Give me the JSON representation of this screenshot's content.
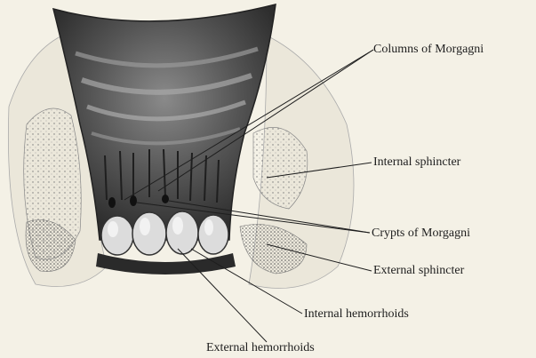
{
  "figure": {
    "labels": {
      "columns_of_morgagni": "Columns of Morgagni",
      "internal_sphincter": "Internal sphincter",
      "crypts_of_morgagni": "Crypts of Morgagni",
      "external_sphincter": "External sphincter",
      "internal_hemorrhoids": "Internal hemorrhoids",
      "external_hemorrhoids": "External hemorrhoids"
    },
    "colors": {
      "background": "#f4f1e6",
      "ink": "#1e1e1e",
      "mucosa_dark": "#3a3a3a",
      "mucosa_mid": "#6e6e6e",
      "tissue_light": "#d9d5c8"
    }
  }
}
